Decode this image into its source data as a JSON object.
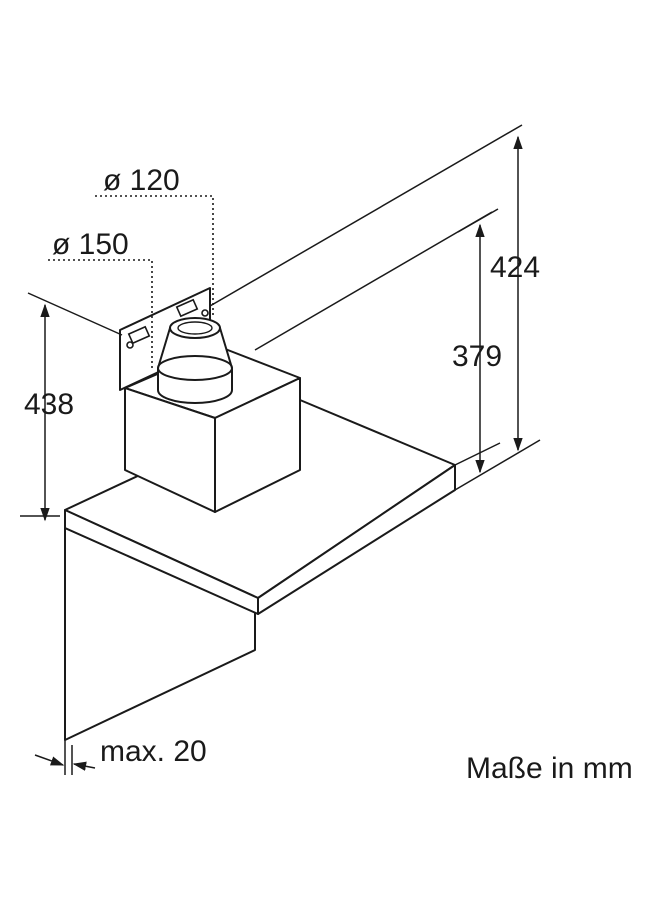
{
  "labels": {
    "dia_120": "ø 120",
    "dia_150": "ø 150",
    "height_438": "438",
    "height_424": "424",
    "height_379": "379",
    "gap_max": "max. 20",
    "units_note": "Maße in mm"
  }
}
